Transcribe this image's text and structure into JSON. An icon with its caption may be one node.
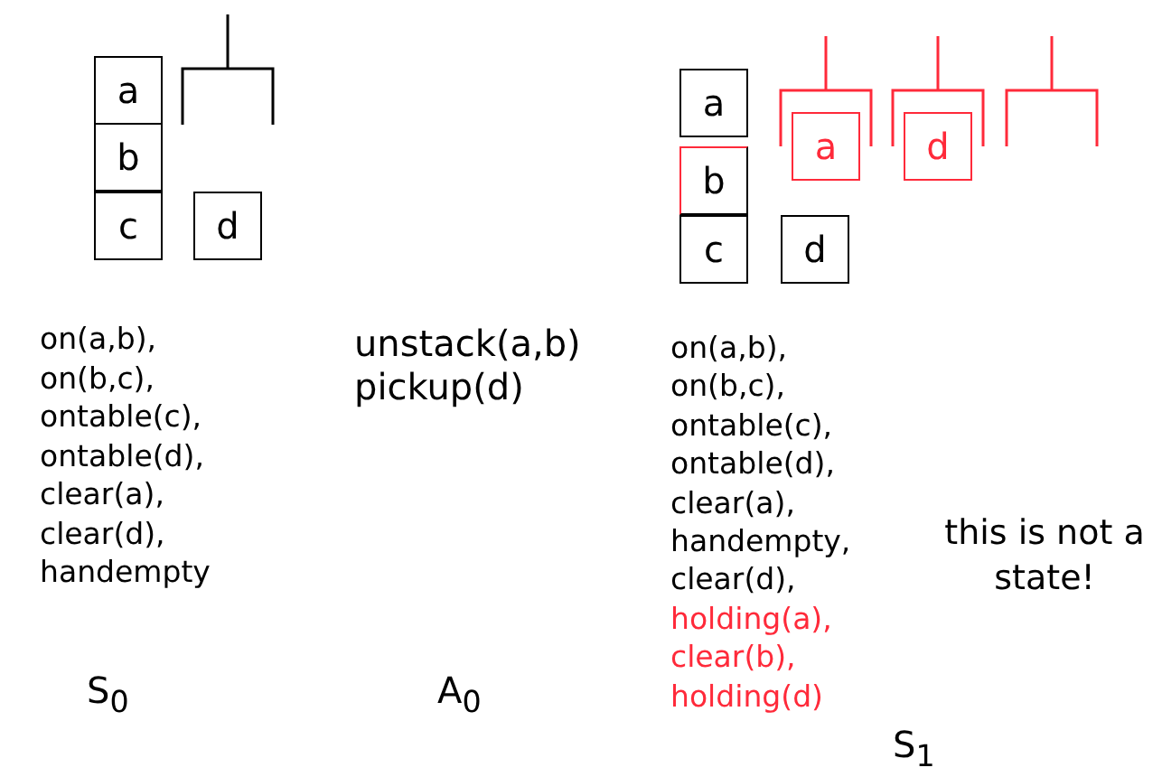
{
  "diagram": {
    "nodes": [
      {
        "text": [
          "a"
        ]
      },
      {
        "text": [
          "b"
        ]
      },
      {
        "text": [
          "c"
        ]
      },
      {
        "text": [
          "d"
        ]
      },
      {
        "text": [
          "a"
        ]
      },
      {
        "text": [
          "b"
        ]
      },
      {
        "text": [
          "c"
        ]
      },
      {
        "text": [
          "d"
        ]
      },
      {
        "text": [
          "a"
        ]
      },
      {
        "text": [
          "d"
        ]
      }
    ],
    "labels": [
      "on(a,b),",
      "on(b,c),",
      "ontable(c),",
      "ontable(d),",
      "clear(a),",
      "clear(d),",
      "handempty",
      "unstack(a,b)",
      "pickup(d)",
      "on(a,b),",
      "on(b,c),",
      "ontable(c),",
      "ontable(d),",
      "clear(a),",
      "handempty,",
      "clear(d),",
      "holding(a),",
      "clear(b),",
      "holding(d)",
      "this is not a state!",
      "S$_{0}$",
      "A$_{0}$",
      "S$_{1}$"
    ]
  }
}
